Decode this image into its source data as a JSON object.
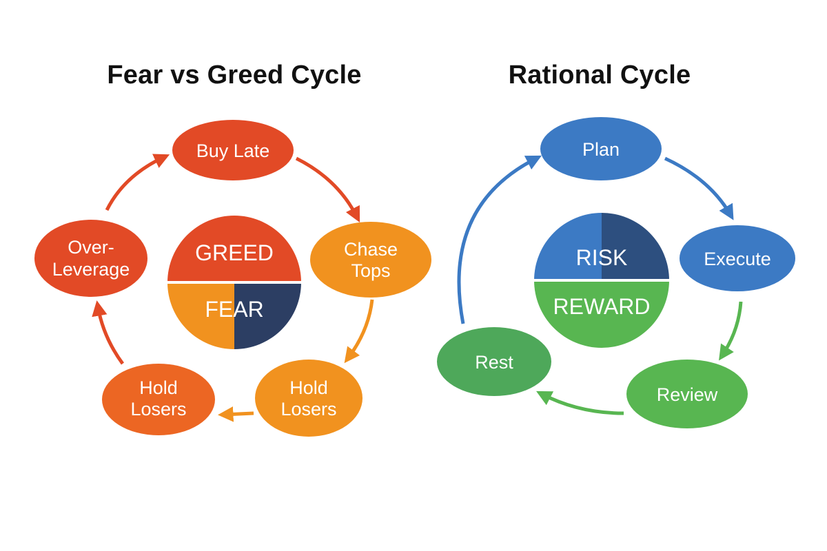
{
  "left": {
    "title": "Fear vs Greed Cycle",
    "nodes": [
      {
        "id": "buy-late",
        "lines": [
          "Buy Late"
        ],
        "color": "#e24a26"
      },
      {
        "id": "chase-tops",
        "lines": [
          "Chase",
          "Tops"
        ],
        "color": "#f1921f"
      },
      {
        "id": "hold-losers-right",
        "lines": [
          "Hold",
          "Losers"
        ],
        "color": "#f1921f"
      },
      {
        "id": "hold-losers-left",
        "lines": [
          "Hold",
          "Losers"
        ],
        "color": "#ec6623"
      },
      {
        "id": "over-leverage",
        "lines": [
          "Over-",
          "Leverage"
        ],
        "color": "#e24a26"
      }
    ],
    "center": {
      "top_label": "GREED",
      "bottom_label": "FEAR",
      "colors": {
        "top_left": "#e24a26",
        "top_right": "#e24a26",
        "bottom_left": "#f1921f",
        "bottom_right": "#2c3e63"
      }
    },
    "arrow_colors": [
      "#e24a26",
      "#f1921f",
      "#f1921f",
      "#e24a26",
      "#e24a26"
    ]
  },
  "right": {
    "title": "Rational Cycle",
    "nodes": [
      {
        "id": "plan",
        "lines": [
          "Plan"
        ],
        "color": "#3c7ac4"
      },
      {
        "id": "execute",
        "lines": [
          "Execute"
        ],
        "color": "#3c7ac4"
      },
      {
        "id": "review",
        "lines": [
          "Review"
        ],
        "color": "#58b651"
      },
      {
        "id": "rest",
        "lines": [
          "Rest"
        ],
        "color": "#4ea85a"
      }
    ],
    "center": {
      "top_label": "RISK",
      "bottom_label": "REWARD",
      "colors": {
        "top_left": "#3c7ac4",
        "top_right": "#2d4f7f",
        "bottom": "#58b651"
      }
    },
    "arrow_colors": [
      "#3c7ac4",
      "#58b651",
      "#58b651",
      "#3c7ac4"
    ]
  }
}
